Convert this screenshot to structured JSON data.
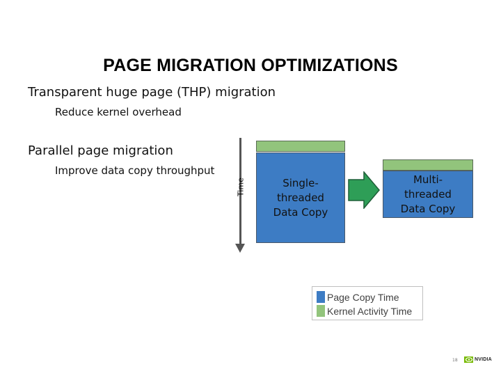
{
  "slide": {
    "title": "PAGE MIGRATION OPTIMIZATIONS",
    "bullets": [
      {
        "text": "Transparent huge page (THP) migration",
        "sub": "Reduce kernel overhead"
      },
      {
        "text": "Parallel page migration",
        "sub": "Improve data copy throughput"
      }
    ],
    "page_number": "18",
    "logo_text": "NVIDIA"
  },
  "diagram": {
    "axis_label": "Time",
    "boxes": [
      {
        "label": "Single-\nthreaded\nData Copy",
        "copy_time_fraction": 0.88,
        "kernel_time_fraction": 0.12
      },
      {
        "label": "Multi-\nthreaded\nData Copy",
        "copy_time_fraction": 0.81,
        "kernel_time_fraction": 0.19
      }
    ],
    "legend": [
      {
        "label": "Page Copy Time",
        "color": "#3d7cc4"
      },
      {
        "label": "Kernel Activity Time",
        "color": "#92c47c"
      }
    ],
    "colors": {
      "copy": "#3d7cc4",
      "kernel": "#92c47c",
      "arrow": "#2e9e57",
      "axis": "#555555"
    },
    "icons": {
      "transition_arrow": "right-arrow-icon",
      "time_axis": "down-arrow-icon",
      "brand": "nvidia-eye-icon"
    }
  }
}
